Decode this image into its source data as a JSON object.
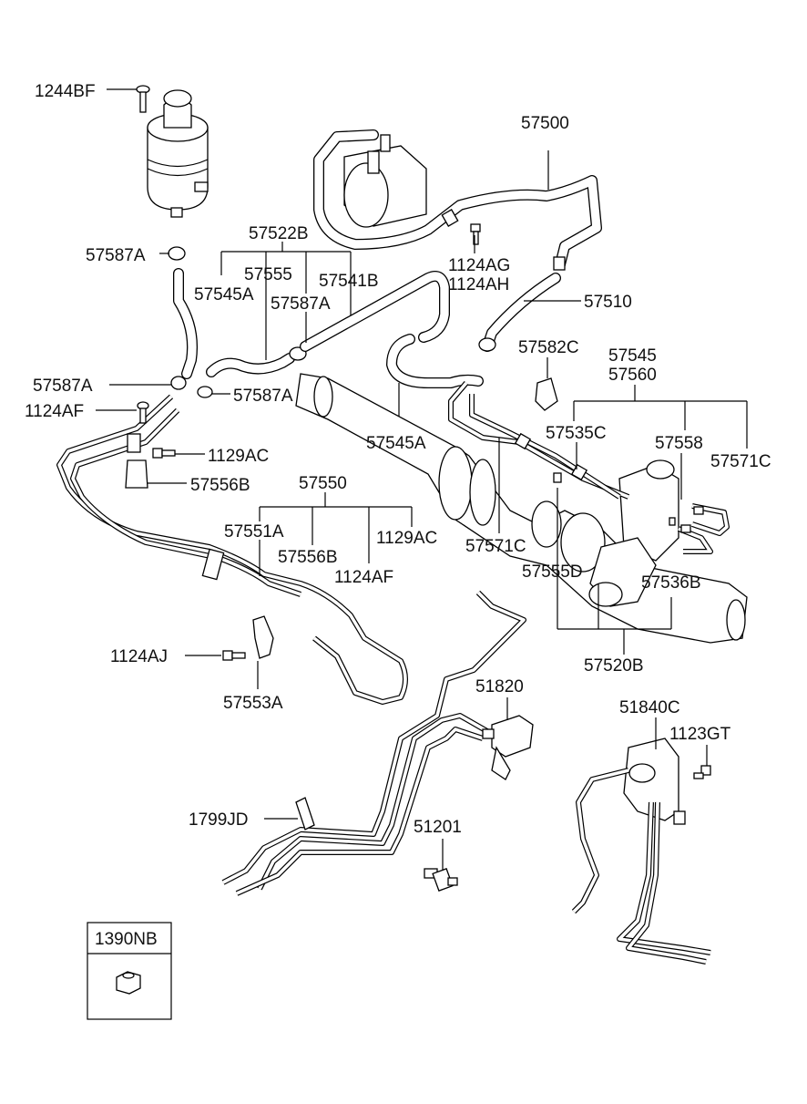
{
  "labels": {
    "p1244BF": "1244BF",
    "p57500": "57500",
    "p57522B": "57522B",
    "p57587A_top": "57587A",
    "p57555_top": "57555",
    "p57541B": "57541B",
    "p57545A_top": "57545A",
    "p57587A_mid": "57587A",
    "p1124AG": "1124AG",
    "p1124AH": "1124AH",
    "p57510": "57510",
    "p57587A_left": "57587A",
    "p57587A_right": "57587A",
    "p1124AF_left": "1124AF",
    "p57582C": "57582C",
    "p57545": "57545",
    "p57560": "57560",
    "p57535C": "57535C",
    "p57558": "57558",
    "p57571C_right": "57571C",
    "p1129AC_top": "1129AC",
    "p57545A_mid": "57545A",
    "p57556B_left": "57556B",
    "p57550": "57550",
    "p57551A": "57551A",
    "p57556B_mid": "57556B",
    "p1129AC_mid": "1129AC",
    "p57571C_mid": "57571C",
    "p1124AF_mid": "1124AF",
    "p57555D": "57555D",
    "p57536B": "57536B",
    "p1124AJ": "1124AJ",
    "p57553A": "57553A",
    "p57520B": "57520B",
    "p51820": "51820",
    "p51840C": "51840C",
    "p1123GT": "1123GT",
    "p1799JD": "1799JD",
    "p51201": "51201",
    "p1390NB": "1390NB"
  }
}
